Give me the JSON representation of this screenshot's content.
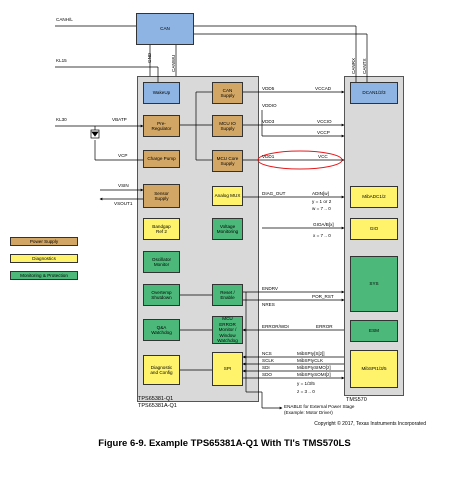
{
  "chips": {
    "tps_label_1": "TPS65381-Q1",
    "tps_label_2": "TPS65381A-Q1",
    "tms_label": "TMS570"
  },
  "blocks": {
    "can": "CAN",
    "wakeup": "WakeUp",
    "pre_regulator": "Pre-\nRegulator",
    "charge_pump": "Charge Pump",
    "can_supply": "CAN\nSupply",
    "mcu_io_supply": "MCU IO\nSupply",
    "mcu_core_supply": "MCU Core\nSupply",
    "sensor_supply": "Sensor\nSupply",
    "analog_mux": "Analog MUX",
    "bandgap": "Bandgap\nRef 2",
    "voltage_monitoring": "Voltage\nMonitoring",
    "oscillator_monitor": "Oscillator\nMonitor",
    "overtemp": "Overtemp\nShutdown",
    "reset_enable": "Reset /\nEnable",
    "qa_watchdog": "Q&A\nWatchdog",
    "mcu_error_monitor": "MCU ERROR\nMonitor /\nWindow\nWatchdog",
    "diag_config": "Diagnostic\nand Config",
    "spi": "SPI",
    "dcan": "DCAN1/2/3",
    "mibadc": "MibADC1/2",
    "gio": "GIO",
    "sys": "SYS",
    "esm": "ESM",
    "mibspi": "MibSPI1/3/5"
  },
  "legend": {
    "power_supply": "Power Supply",
    "diagnostics": "Diagnostics",
    "monitoring": "Monitoring & Protection"
  },
  "signals": {
    "canh_l": "CANH/L",
    "kl15": "KL15",
    "kl30": "KL30",
    "vbatp": "VBATP",
    "vcp": "VCP",
    "vsin": "VSIN",
    "vsout1": "VSOUT1",
    "gnd": "GND",
    "canwu": "CANWU",
    "vdd5": "VDD5",
    "vccad": "VCCAD",
    "vdd_io": "VDDIO",
    "vdd3": "VDD3",
    "vccio": "VCCIO",
    "vccp": "VCCP",
    "vdd1": "VDD1",
    "vcc": "VCC",
    "diag_out": "DIAG_OUT",
    "adin": "ADIN[w]",
    "adc_y": "y = 1 or 2",
    "adc_w": "w = 7 .. 0",
    "gio_x": "GIOA/B[x]",
    "gio_xr": "x = 7 .. 0",
    "endrv": "ENDRV",
    "nres": "NRES",
    "por_rst": "POR_RST",
    "error_wdi": "ERROR/WDI",
    "error": "ERROR",
    "ncs": "NCS",
    "sclk": "SCLK",
    "sdi": "SDI",
    "sdo": "SDO",
    "spi_cs": "MibSPIy[S[z]]",
    "spi_clk": "MibSPIyCLK",
    "spi_simo": "MibSPIySIMO[z]",
    "spi_somi": "MibSPIySOMI[z]",
    "spi_y": "y = 1/3/5",
    "spi_z": "z = 3 .. 0",
    "cantx": "CANTX",
    "canrx": "CANRX"
  },
  "notes": {
    "enable_1": "ENABLE for External Power Stage",
    "enable_2": "(Example: Motor Driver)",
    "copyright": "Copyright © 2017, Texas Instruments Incorporated",
    "caption": "Figure 6-9. Example TPS65381A-Q1 With TI's TMS570LS"
  },
  "colors": {
    "power_supply": "#d2a664",
    "diagnostics": "#fff36b",
    "monitoring": "#4cb97a",
    "can": "#8db4e2",
    "highlight_ellipse": "#e41a1c",
    "chip_body": "#d9d9d9"
  }
}
